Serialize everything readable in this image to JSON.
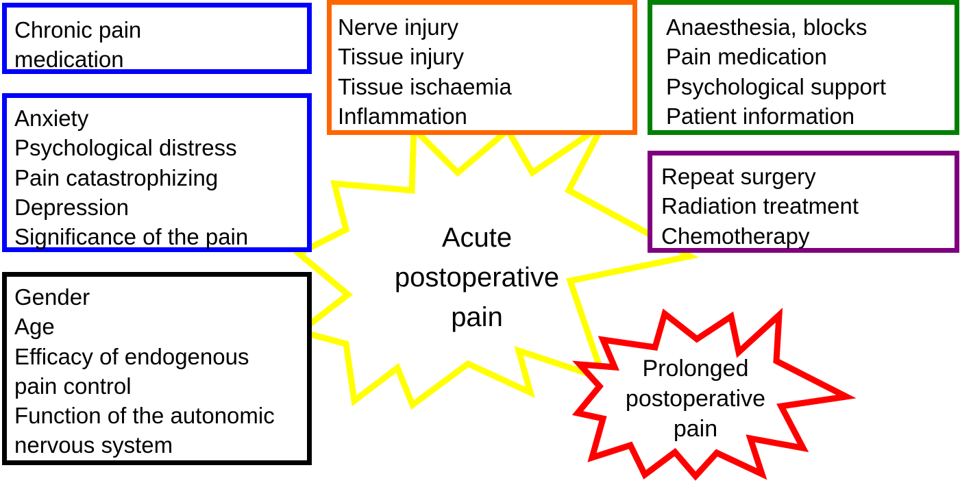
{
  "boxes": {
    "chronic": {
      "lines": [
        "Chronic pain",
        "medication"
      ],
      "color": "#0000ff"
    },
    "psych": {
      "lines": [
        "Anxiety",
        "Psychological distress",
        "Pain catastrophizing",
        "Depression",
        "Significance of the pain"
      ],
      "color": "#0000ff"
    },
    "personal": {
      "lines": [
        "Gender",
        "Age",
        "Efficacy of endogenous",
        "pain control",
        "Function of the autonomic",
        "nervous system"
      ],
      "color": "#000000"
    },
    "injury": {
      "lines": [
        "Nerve injury",
        "Tissue injury",
        "Tissue ischaemia",
        "Inflammation"
      ],
      "color": "#ff6600"
    },
    "treatment": {
      "lines": [
        "Anaesthesia, blocks",
        "Pain medication",
        "Psychological support",
        "Patient information"
      ],
      "color": "#008000"
    },
    "followup": {
      "lines": [
        "Repeat surgery",
        "Radiation treatment",
        "Chemotherapy"
      ],
      "color": "#7f007f"
    }
  },
  "stars": {
    "acute": {
      "lines": [
        "Acute",
        "postoperative",
        "pain"
      ],
      "color": "#ffff00"
    },
    "prolonged": {
      "lines": [
        "Prolonged",
        "postoperative",
        "pain"
      ],
      "color": "#ff0000"
    }
  }
}
